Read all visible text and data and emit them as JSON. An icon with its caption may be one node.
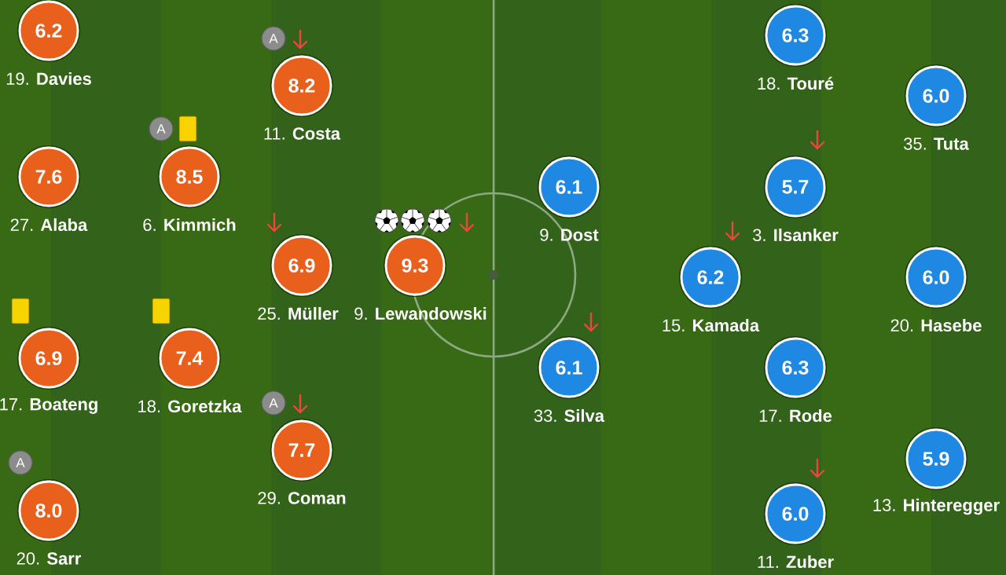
{
  "diagram": {
    "nodes": [
      {
        "text": [
          "6.2"
        ],
        "beside": [
          "19. **Davies**"
        ]
      },
      {
        "text": [
          "7.6"
        ],
        "beside": [
          "27. **Alaba**"
        ]
      },
      {
        "text": [
          "6.9"
        ],
        "beside": [
          "17. **Boateng**"
        ]
      },
      {
        "text": [
          "A"
        ]
      },
      {
        "text": [
          "8.0"
        ],
        "beside": [
          "20. **Sarr**"
        ]
      },
      {
        "text": [
          "A"
        ]
      },
      {
        "text": [
          "8.5"
        ],
        "beside": [
          "6. **Kimmich**"
        ]
      },
      {
        "text": [
          "7.4"
        ],
        "beside": [
          "18. **Goretzka**"
        ]
      },
      {
        "text": [
          "A"
        ]
      },
      {
        "text": [
          "8.2"
        ],
        "beside": [
          "11. **Costa**"
        ]
      },
      {
        "text": [
          "6.9"
        ],
        "beside": [
          "25. **Müller**"
        ]
      },
      {
        "text": [
          "A"
        ]
      },
      {
        "text": [
          "7.7"
        ],
        "beside": [
          "29. **Coman**"
        ]
      },
      {
        "text": [
          "9.3"
        ],
        "beside": [
          "9. **Lewandowski**"
        ]
      },
      {
        "text": [
          "6.1"
        ],
        "beside": [
          "9. **Dost**"
        ]
      },
      {
        "text": [
          "6.1"
        ],
        "beside": [
          "33. **Silva**"
        ]
      },
      {
        "text": [
          "6.2"
        ],
        "beside": [
          "15. **Kamada**"
        ]
      },
      {
        "text": [
          "6.3"
        ],
        "beside": [
          "18. **Touré**"
        ]
      },
      {
        "text": [
          "5.7"
        ],
        "beside": [
          "3. **Ilsanker**"
        ]
      },
      {
        "text": [
          "6.3"
        ],
        "beside": [
          "17. **Rode**"
        ]
      },
      {
        "text": [
          "6.0"
        ],
        "beside": [
          "11. **Zuber**"
        ]
      },
      {
        "text": [
          "6.0"
        ],
        "beside": [
          "35. **Tuta**"
        ]
      },
      {
        "text": [
          "6.0"
        ],
        "beside": [
          "20. **Hasebe**"
        ]
      },
      {
        "text": [
          "5.9"
        ],
        "beside": [
          "13. **Hinteregger**"
        ]
      }
    ]
  }
}
